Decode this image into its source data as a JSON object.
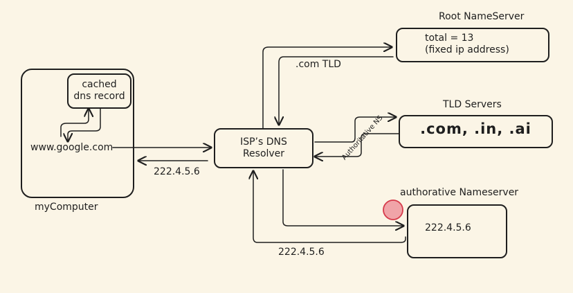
{
  "my_computer": {
    "label": "myComputer",
    "cache_line1": "cached",
    "cache_line2": "dns record",
    "domain": "www.google.com",
    "resolved_ip": "222.4.5.6"
  },
  "resolver": {
    "line1": "ISP’s DNS",
    "line2": "Resolver"
  },
  "root_server": {
    "title": "Root NameServer",
    "line1": "total = 13",
    "line2": "(fixed ip address)",
    "reply_label": ".com TLD"
  },
  "tld_servers": {
    "title": "TLD Servers",
    "content": ".com, .in, .ai",
    "reply_label": "Authoritative NS"
  },
  "authoritative_server": {
    "title": "authorative Nameserver",
    "content": "222.4.5.6",
    "reply_label": "222.4.5.6"
  },
  "colors": {
    "background": "#fbf5e6",
    "stroke": "#1e1e1e",
    "marker_fill": "#f0a4a8",
    "marker_stroke": "#d63a4a"
  }
}
